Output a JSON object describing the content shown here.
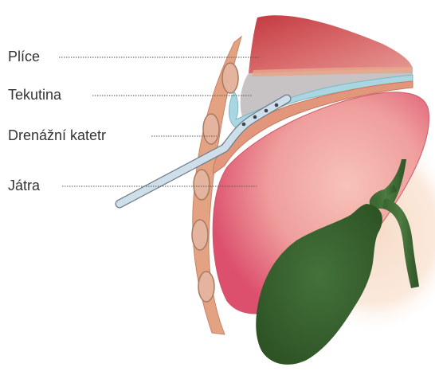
{
  "labels": {
    "lung": "Plíce",
    "fluid": "Tekutina",
    "catheter": "Drenážní katetr",
    "liver": "Játra"
  },
  "colors": {
    "lung": "#c84a4c",
    "fluid": "#a9d6e0",
    "liver": "#e46f80",
    "gallbladder": "#3f6a30",
    "chest_wall": "#e3a281",
    "rib": "#e4b49e",
    "catheter": "#c5d7e4",
    "leader_line": "#555555"
  }
}
